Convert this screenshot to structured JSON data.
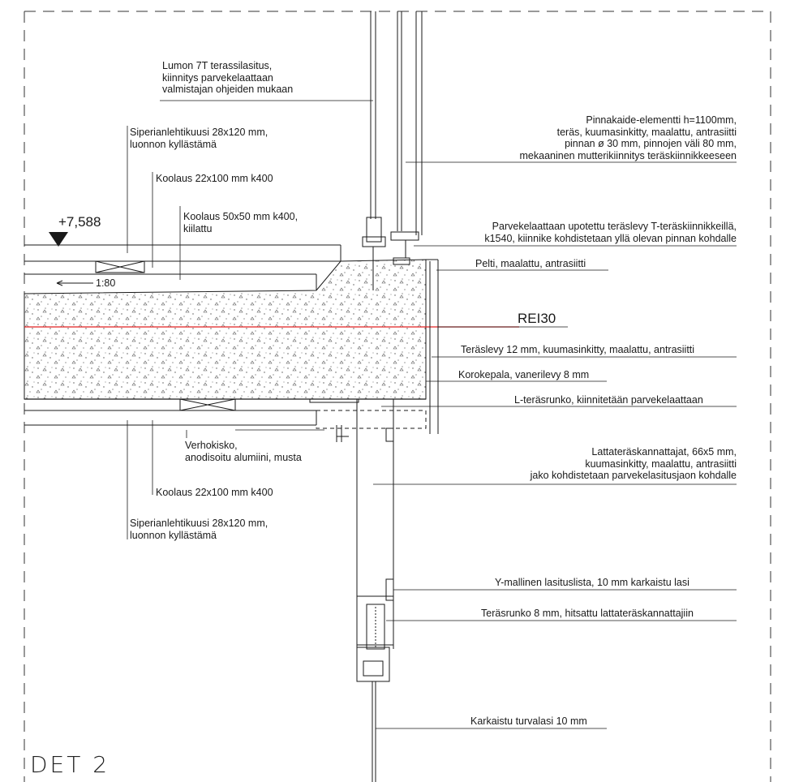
{
  "drawing_title": "DET 2",
  "level_marker": "+7,588",
  "slope_label": "1:80",
  "fire_rating": "REI30",
  "colors": {
    "line": "#1a1a1a",
    "section_line": "#e02020",
    "concrete_dots": "#555555"
  },
  "labels": {
    "lumon": [
      "Lumon 7T terassilasitus,",
      "kiinnitys parvekelaattaan",
      "valmistajan ohjeiden mukaan"
    ],
    "siperian_top": [
      "Siperianlehtikuusi 28x120 mm,",
      "luonnon kyllästämä"
    ],
    "koolaus_22_top": [
      "Koolaus 22x100 mm k400"
    ],
    "koolaus_50": [
      "Koolaus 50x50 mm k400,",
      "kiilattu"
    ],
    "pinnakaide": [
      "Pinnakaide-elementti h=1100mm,",
      "teräs, kuumasinkitty, maalattu, antrasiitti",
      "pinnan ø 30 mm, pinnojen väli 80 mm,",
      "mekaaninen mutterikiinnitys teräskiinnikkeeseen"
    ],
    "upotettu": [
      "Parvekelaattaan upotettu teräslevy T-teräskiinnikkeillä,",
      "k1540, kiinnike kohdistetaan yllä olevan pinnan kohdalle"
    ],
    "pelti": [
      "Pelti, maalattu, antrasiitti"
    ],
    "teraslevy": [
      "Teräslevy 12 mm, kuumasinkitty, maalattu, antrasiitti"
    ],
    "korokepala": [
      "Korokepala, vanerilevy 8 mm"
    ],
    "l_terasrunko": [
      "L-teräsrunko, kiinnitetään parvekelaattaan"
    ],
    "verhokisko": [
      "Verhokisko,",
      "anodisoitu alumiini, musta"
    ],
    "lattateras": [
      "Lattateräskannattajat, 66x5 mm,",
      "kuumasinkitty, maalattu, antrasiitti",
      "jako kohdistetaan parvekelasitusjaon kohdalle"
    ],
    "koolaus_22_bottom": [
      "Koolaus 22x100 mm k400"
    ],
    "siperian_bottom": [
      "Siperianlehtikuusi 28x120 mm,",
      "luonnon kyllästämä"
    ],
    "y_mallinen": [
      "Y-mallinen lasituslista, 10 mm karkaistu lasi"
    ],
    "terasrunko_8": [
      "Teräsrunko 8 mm, hitsattu lattateräskannattajiin"
    ],
    "karkaistu": [
      "Karkaistu turvalasi 10 mm"
    ]
  }
}
